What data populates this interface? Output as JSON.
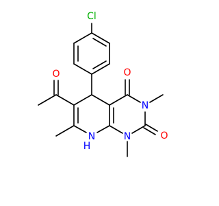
{
  "colors": {
    "carbon_bond": "#000000",
    "oxygen": "#ff0000",
    "nitrogen": "#0000ff",
    "chlorine": "#00b000",
    "background": "#ffffff"
  },
  "atoms": {
    "chlorine": "Cl",
    "oxygen_acetyl": "O",
    "oxygen_c4": "O",
    "oxygen_c2": "O",
    "nitrogen_n3": "N",
    "nitrogen_n1": "N",
    "nitrogen_n8": "N",
    "hydrogen_n8": "H"
  }
}
